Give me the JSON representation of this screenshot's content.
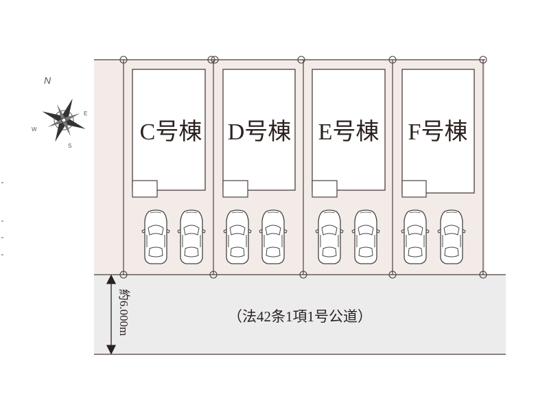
{
  "lots": [
    {
      "id": "C",
      "label": "C号棟"
    },
    {
      "id": "D",
      "label": "D号棟"
    },
    {
      "id": "E",
      "label": "E号棟"
    },
    {
      "id": "F",
      "label": "F号棟"
    }
  ],
  "road": {
    "label": "（法42条1項1号公道）",
    "width_label": "約6.000m"
  },
  "compass": {
    "n": "N",
    "e": "E",
    "s": "S",
    "w": "W"
  },
  "colors": {
    "lot_fill": "#f3ebe7",
    "road_fill": "#ececec",
    "line": "#4a3f3d",
    "car_stroke": "#444444",
    "text": "#2b2220"
  }
}
